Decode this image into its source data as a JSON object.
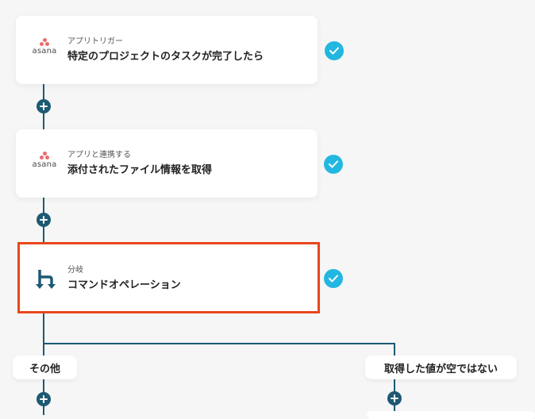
{
  "flow": {
    "steps": [
      {
        "app_logo_text": "asana",
        "eyebrow": "アプリトリガー",
        "title": "特定のプロジェクトのタスクが完了したら",
        "status": "completed"
      },
      {
        "app_logo_text": "asana",
        "eyebrow": "アプリと連携する",
        "title": "添付されたファイル情報を取得",
        "status": "completed"
      },
      {
        "app_logo_text": "",
        "eyebrow": "分岐",
        "title": "コマンドオペレーション",
        "status": "completed"
      }
    ],
    "branches": [
      {
        "label": "その他"
      },
      {
        "label": "取得した値が空ではない"
      }
    ]
  },
  "icons": {
    "check": "check-circle-icon",
    "plus": "add-step-icon",
    "branch": "branch-icon",
    "asana": "asana-logo-icon"
  },
  "colors": {
    "connector": "#1d5a73",
    "check": "#22b7e0",
    "asana": "#f06a6a",
    "selected_border": "#e8471c",
    "background": "#f6f6f6",
    "card": "#ffffff"
  }
}
